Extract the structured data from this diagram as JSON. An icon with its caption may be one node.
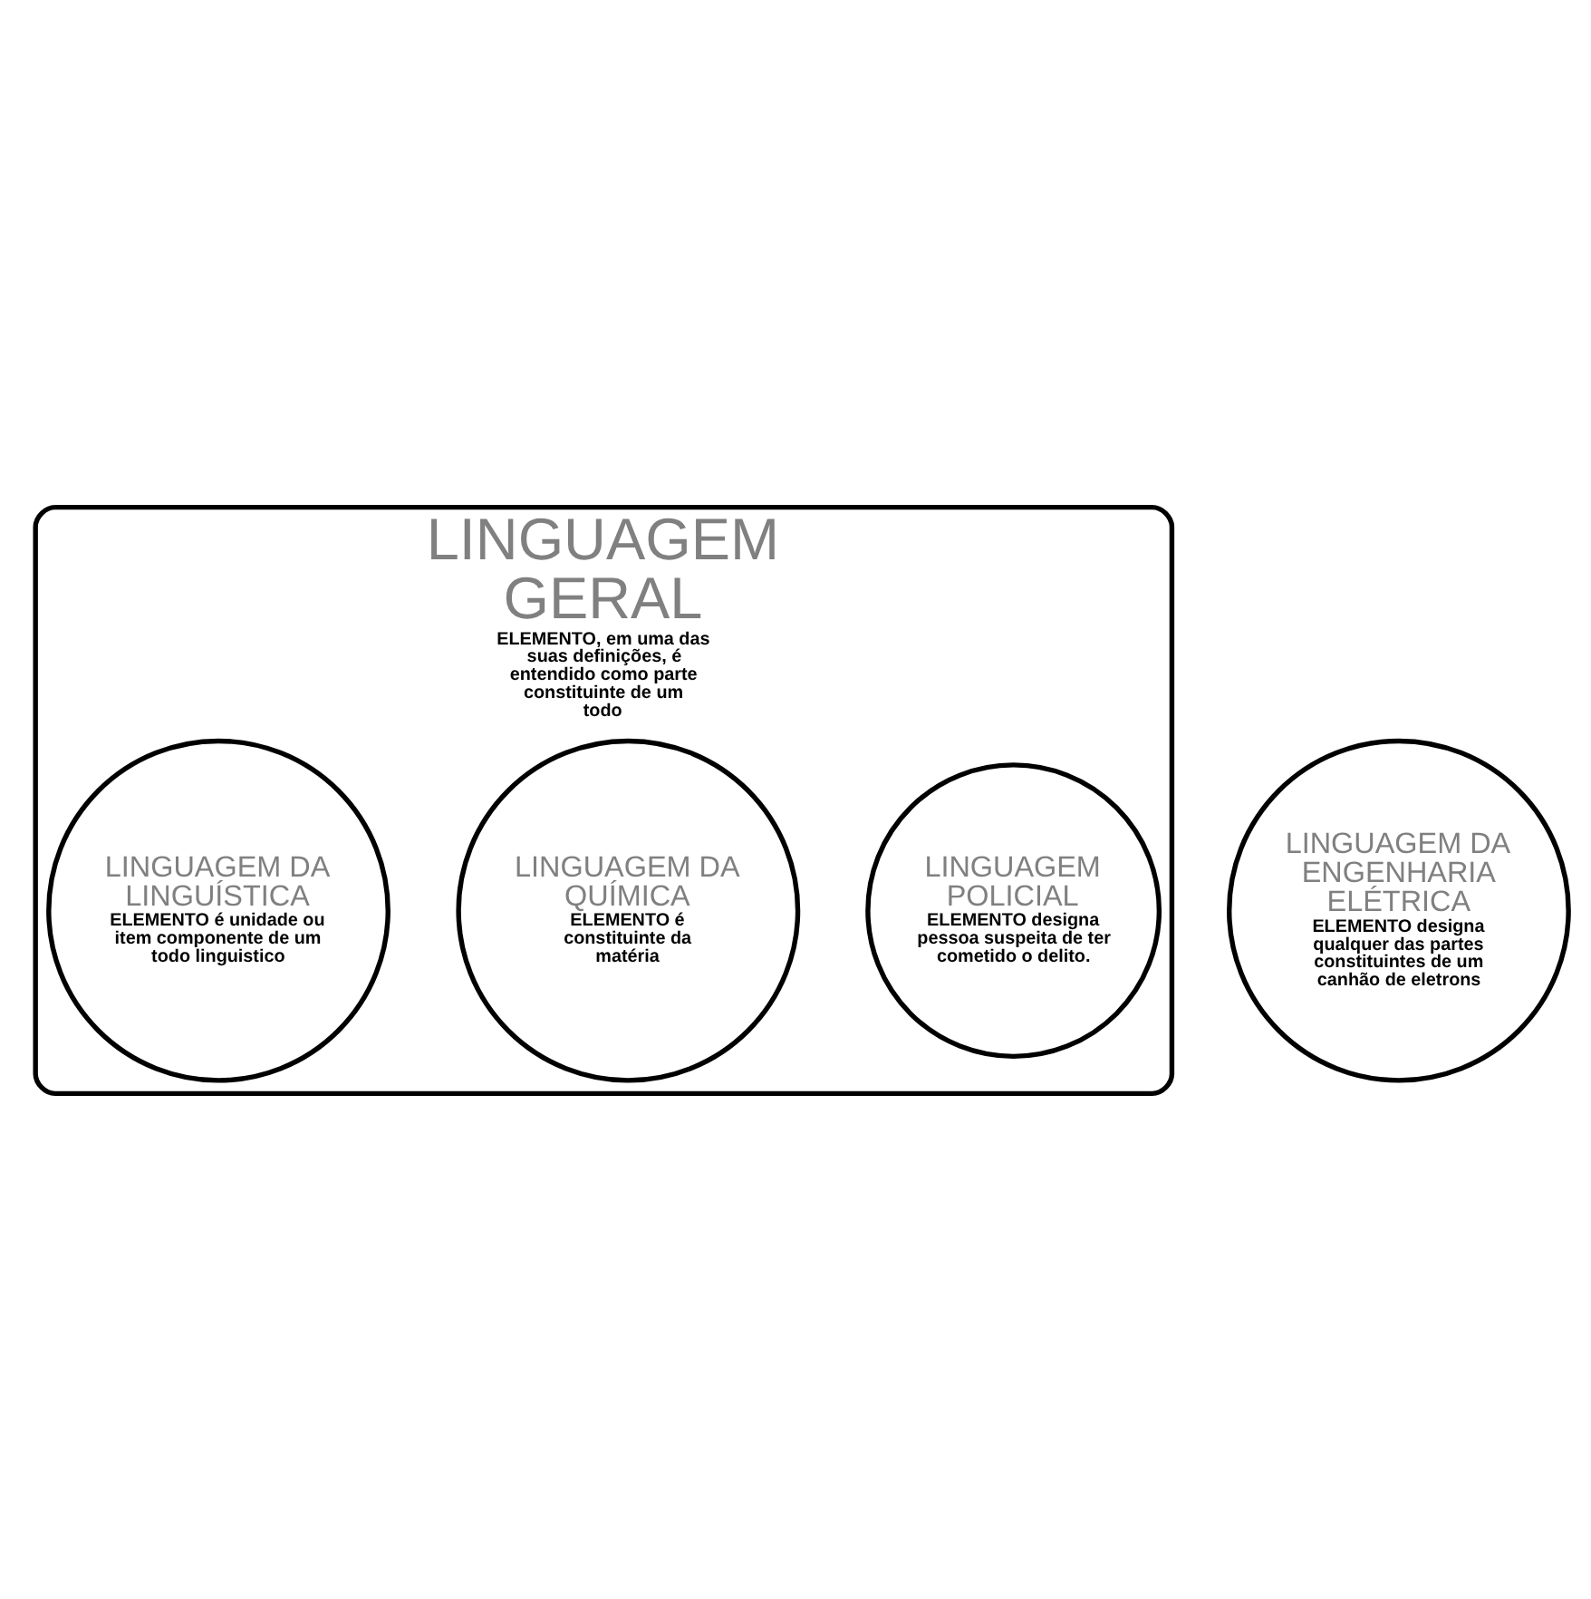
{
  "diagram": {
    "nodes": [
      {
        "text": [
          "LINGUAGEM GERAL",
          "ELEMENTO, em uma das suas definições, é entendido como parte constituinte de um todo"
        ]
      },
      {
        "text": [
          "LINGUAGEM POLICIAL",
          "ELEMENTO designa pessoa suspeita de ter cometido o delito."
        ],
        "in": 0
      },
      {
        "text": [
          "LINGUAGEM DA QUÍMICA",
          "ELEMENTO é constituinte da matéria"
        ],
        "in": 0
      },
      {
        "text": [
          "LINGUAGEM DA ENGENHARIA ELÉTRICA",
          "ELEMENTO designa qualquer das partes constituintes de um canhão de eletrons"
        ]
      },
      {
        "text": [
          "LINGUAGEM DA LINGUÍSTICA",
          "ELEMENTO é unidade ou item componente de um todo linguistico"
        ],
        "in": 0
      }
    ]
  }
}
